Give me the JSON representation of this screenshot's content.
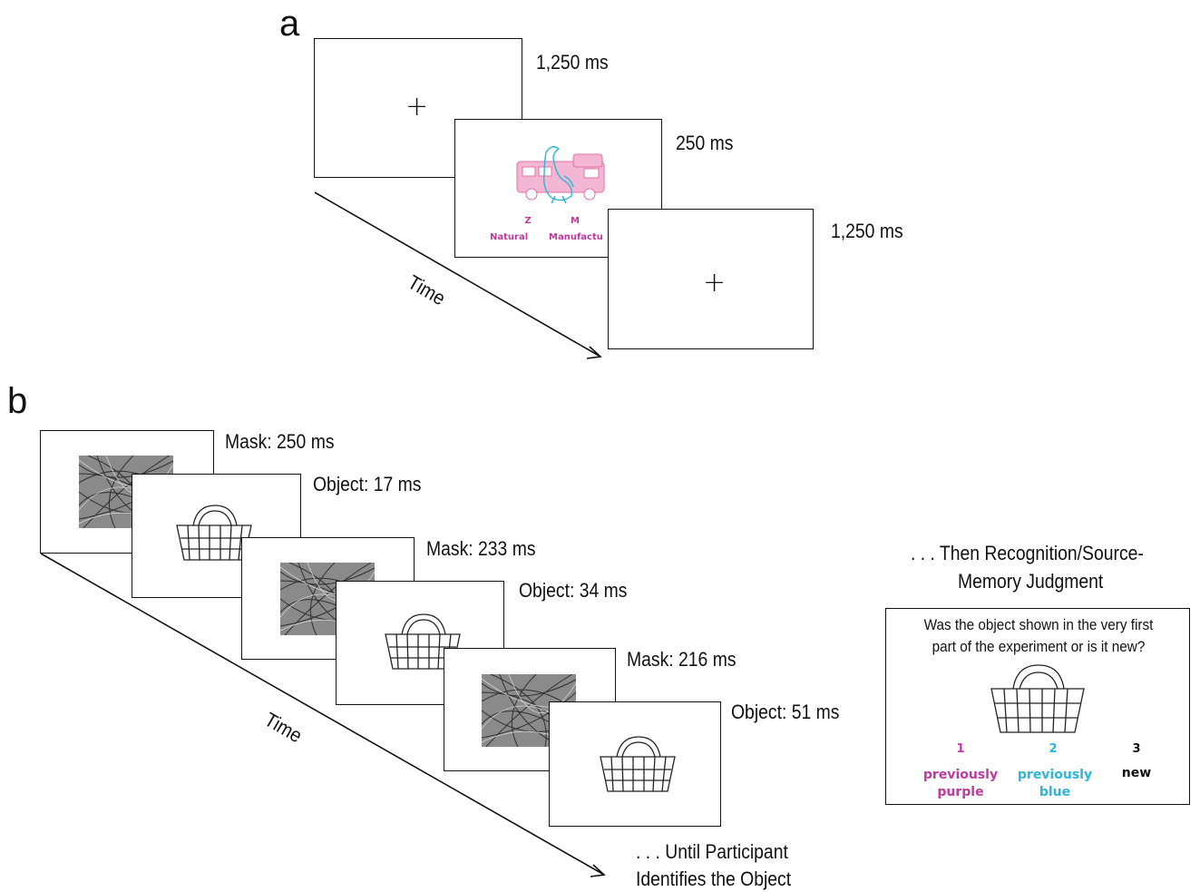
{
  "colors": {
    "purple": "#c0399f",
    "blue": "#2bb6d8",
    "pink_image": "#ee8fbf",
    "line": "#111111"
  },
  "panel_a": {
    "label": "a",
    "time_label": "Time",
    "frames": [
      {
        "content": "fixation",
        "symbol": "+",
        "caption": "1,250 ms"
      },
      {
        "content": "overlapping-picture",
        "caption": "250 ms",
        "options": [
          {
            "key": "Z",
            "label": "Natural"
          },
          {
            "key": "M",
            "label": "Manufactu"
          }
        ]
      },
      {
        "content": "fixation",
        "symbol": "+",
        "caption": "1,250 ms"
      }
    ]
  },
  "panel_b": {
    "label": "b",
    "time_label": "Time",
    "frames": [
      {
        "content": "mask",
        "caption": "Mask: 250 ms"
      },
      {
        "content": "object",
        "caption": "Object: 17 ms"
      },
      {
        "content": "mask",
        "caption": "Mask: 233 ms"
      },
      {
        "content": "object",
        "caption": "Object: 34 ms"
      },
      {
        "content": "mask",
        "caption": "Mask: 216 ms"
      },
      {
        "content": "object",
        "caption": "Object: 51 ms"
      }
    ],
    "end_caption_line1": ". . . Until Participant",
    "end_caption_line2": "Identifies the Object",
    "recognition": {
      "heading_line1": ". . . Then Recognition/Source-",
      "heading_line2": "Memory Judgment",
      "question_line1": "Was the object shown in the very first",
      "question_line2": "part of the experiment or is it new?",
      "options": [
        {
          "key": "1",
          "line1": "previously",
          "line2": "purple"
        },
        {
          "key": "2",
          "line1": "previously",
          "line2": "blue"
        },
        {
          "key": "3",
          "line1": "new",
          "line2": ""
        }
      ]
    }
  }
}
